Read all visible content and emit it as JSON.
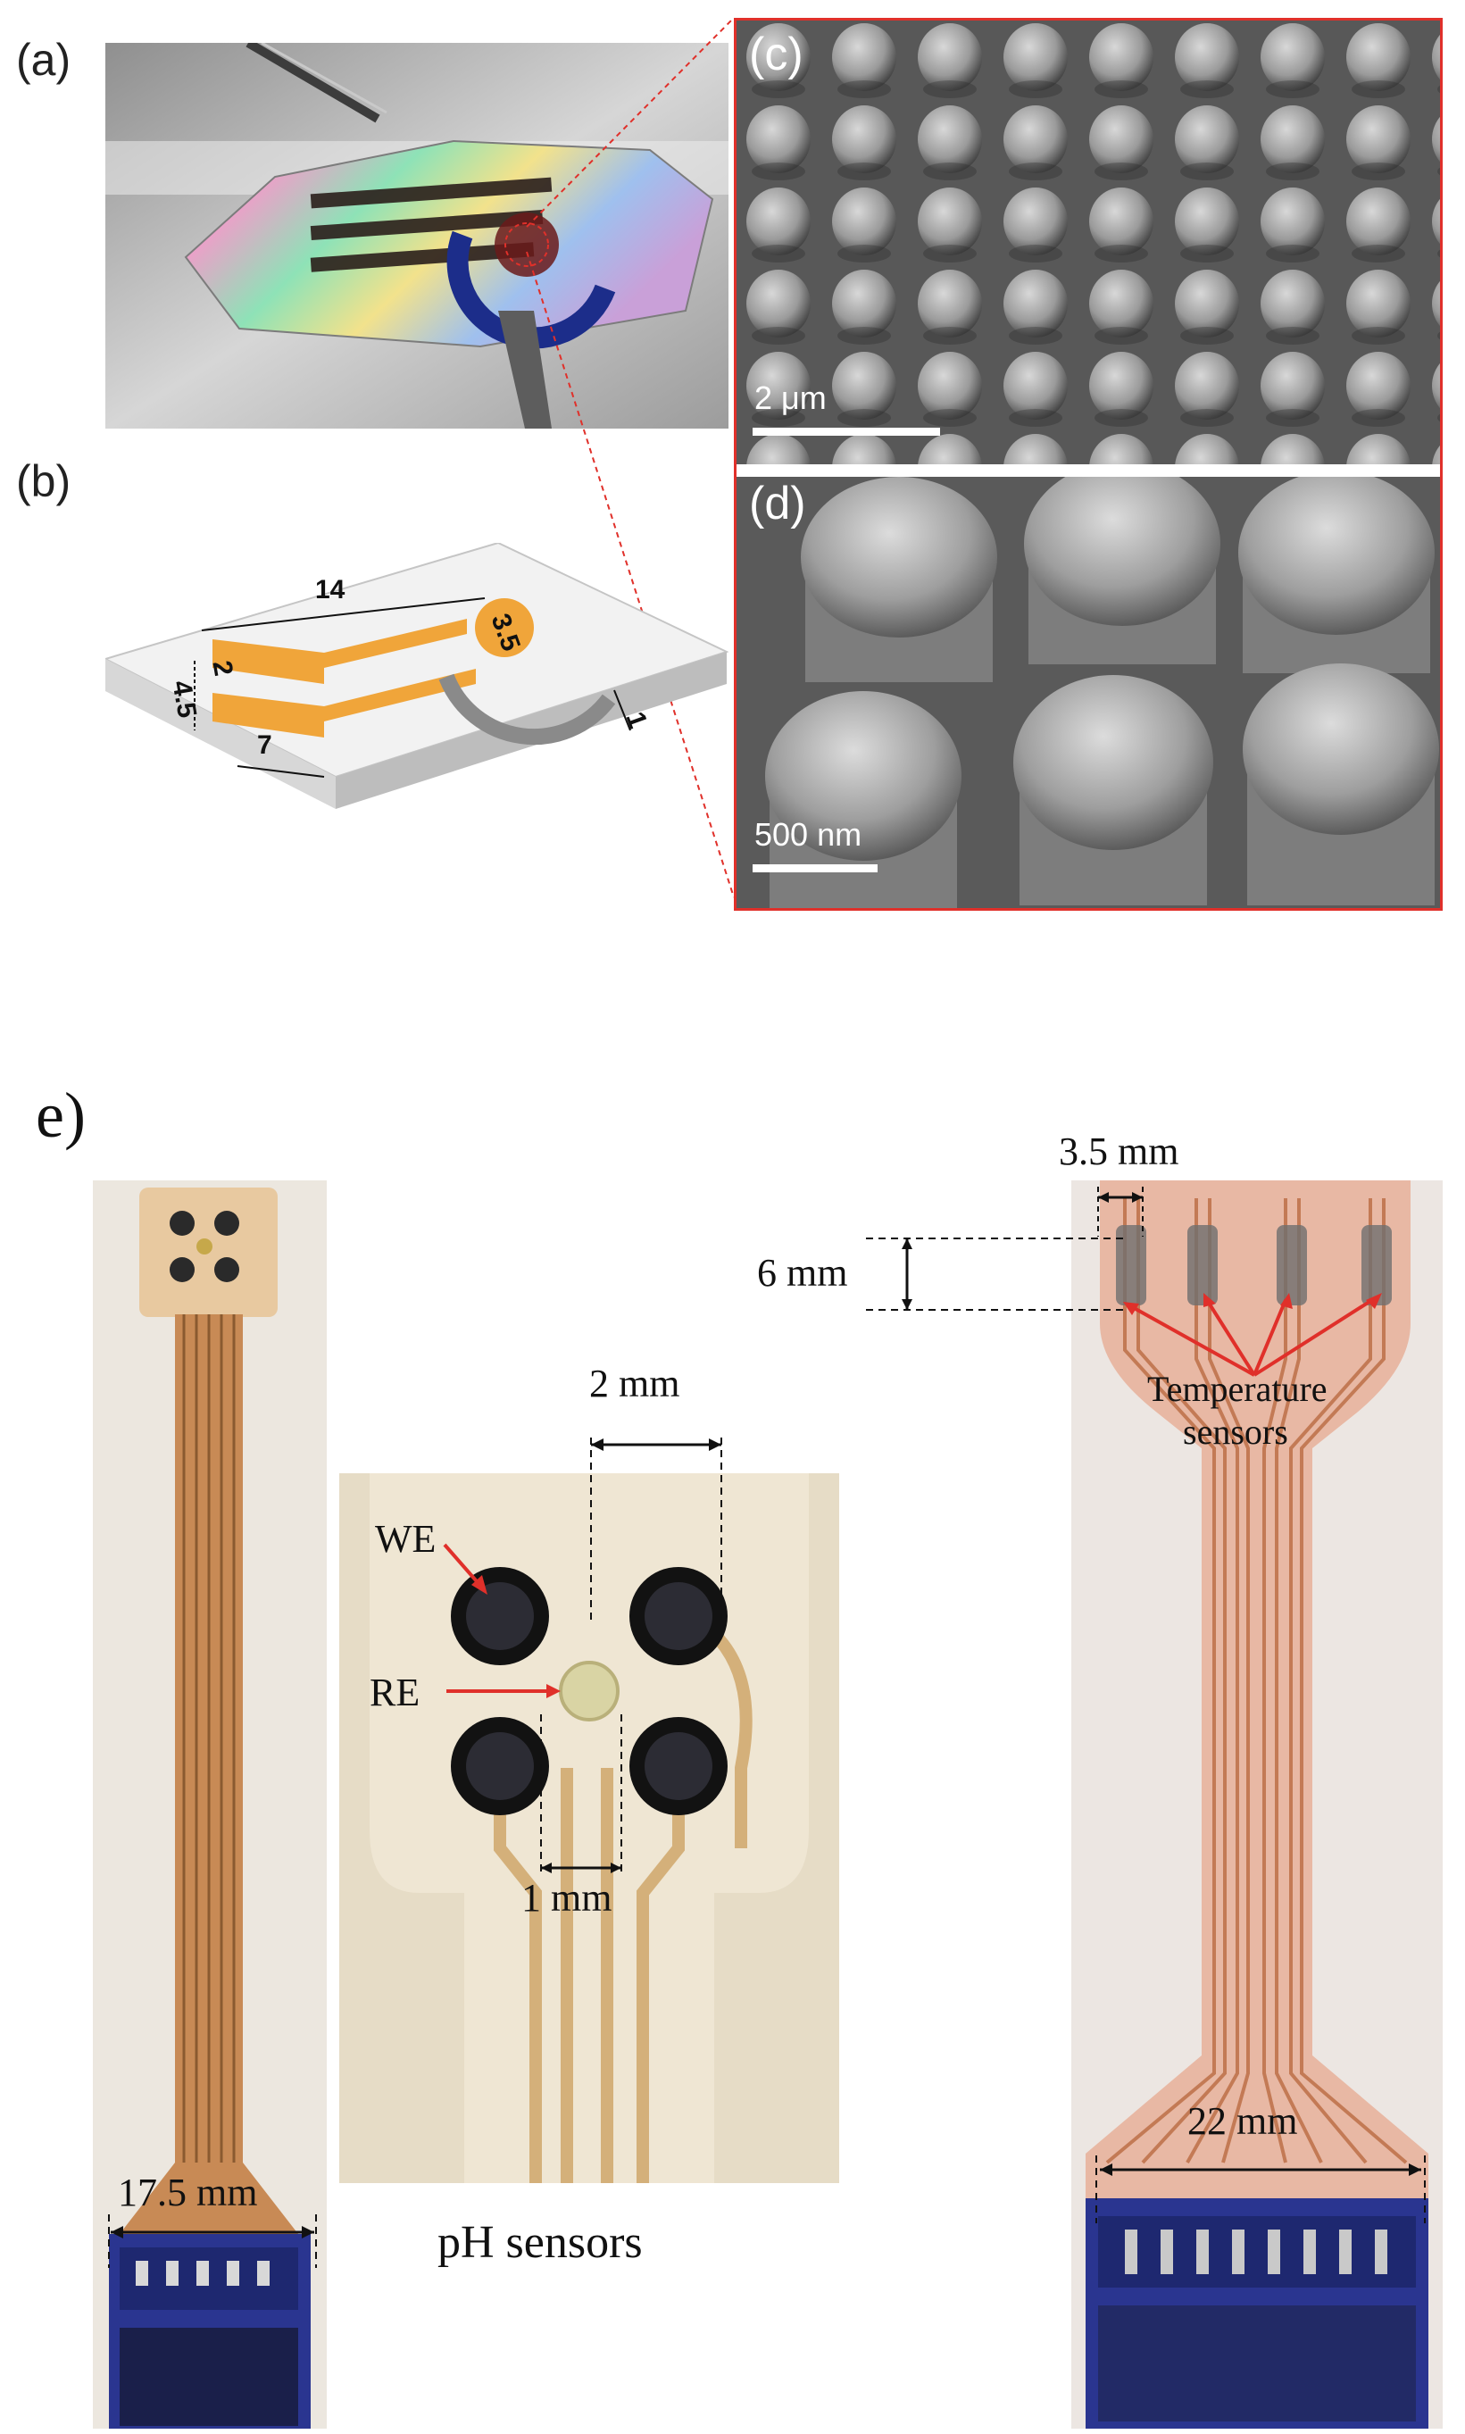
{
  "panels": {
    "a": {
      "label": "(a)"
    },
    "b": {
      "label": "(b)",
      "dims": {
        "d14": "14",
        "d35": "3.5",
        "d2": "2",
        "d45": "4.5",
        "d7": "7",
        "d1": "1"
      }
    },
    "c": {
      "label": "(c)",
      "scale": "2 μm"
    },
    "d": {
      "label": "(d)",
      "scale": "500 nm"
    },
    "e": {
      "label": "e)",
      "left_width": "17.5 mm",
      "ph": {
        "spacing": "2 mm",
        "diameter": "1 mm",
        "we": "WE",
        "re": "RE",
        "caption": "pH sensors"
      },
      "temp": {
        "width": "3.5 mm",
        "height": "6 mm",
        "label_line1": "Temperature",
        "label_line2": "sensors",
        "total_width": "22 mm"
      }
    }
  },
  "colors": {
    "accent_red": "#e0302a",
    "gold": "#f0a53a",
    "connector_blue": "#2a3590",
    "flex_brown": "#c88a55"
  }
}
